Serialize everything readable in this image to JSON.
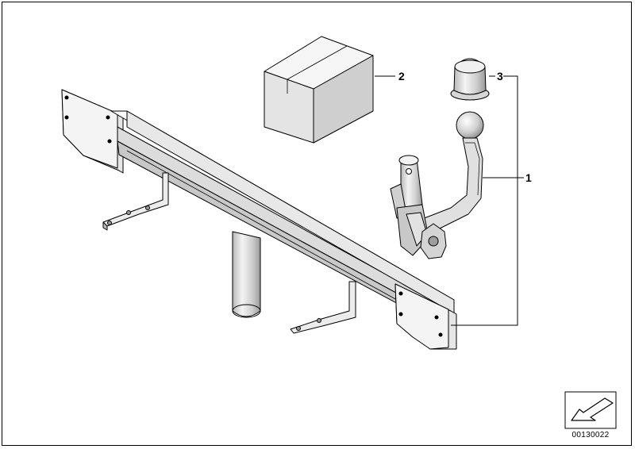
{
  "callouts": {
    "one": "1",
    "two": "2",
    "three": "3"
  },
  "catalog_number": "00130022",
  "colors": {
    "line": "#000000",
    "fill_light": "#f2f2f2",
    "fill_mid": "#d8d8d8",
    "fill_dark": "#a8a8a8"
  }
}
